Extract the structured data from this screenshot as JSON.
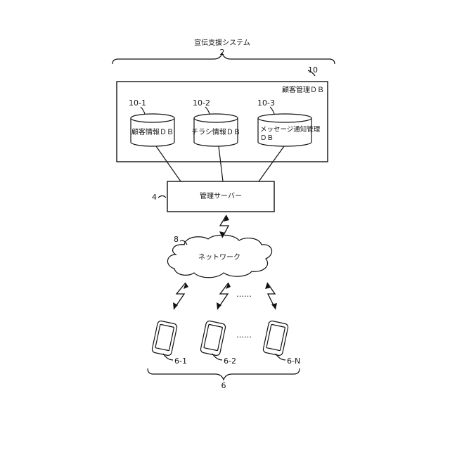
{
  "system": {
    "title": "宣伝支援システム",
    "ref": "2"
  },
  "customer_db": {
    "ref": "10",
    "label": "顧客管理ＤＢ",
    "databases": [
      {
        "ref": "10-1",
        "label": "顧客情報ＤＢ"
      },
      {
        "ref": "10-2",
        "label": "チラシ情報ＤＢ"
      },
      {
        "ref": "10-3",
        "label_line1": "メッセージ通知管理",
        "label_line2": "ＤＢ"
      }
    ]
  },
  "server": {
    "ref": "4",
    "label": "管理サーバー"
  },
  "network": {
    "ref": "8",
    "label": "ネットワーク"
  },
  "terminals": {
    "ref": "6",
    "items": [
      {
        "ref": "6-1"
      },
      {
        "ref": "6-2"
      },
      {
        "ref": "6-N"
      }
    ],
    "ellipsis_signals": "……",
    "ellipsis_phones": "……"
  }
}
